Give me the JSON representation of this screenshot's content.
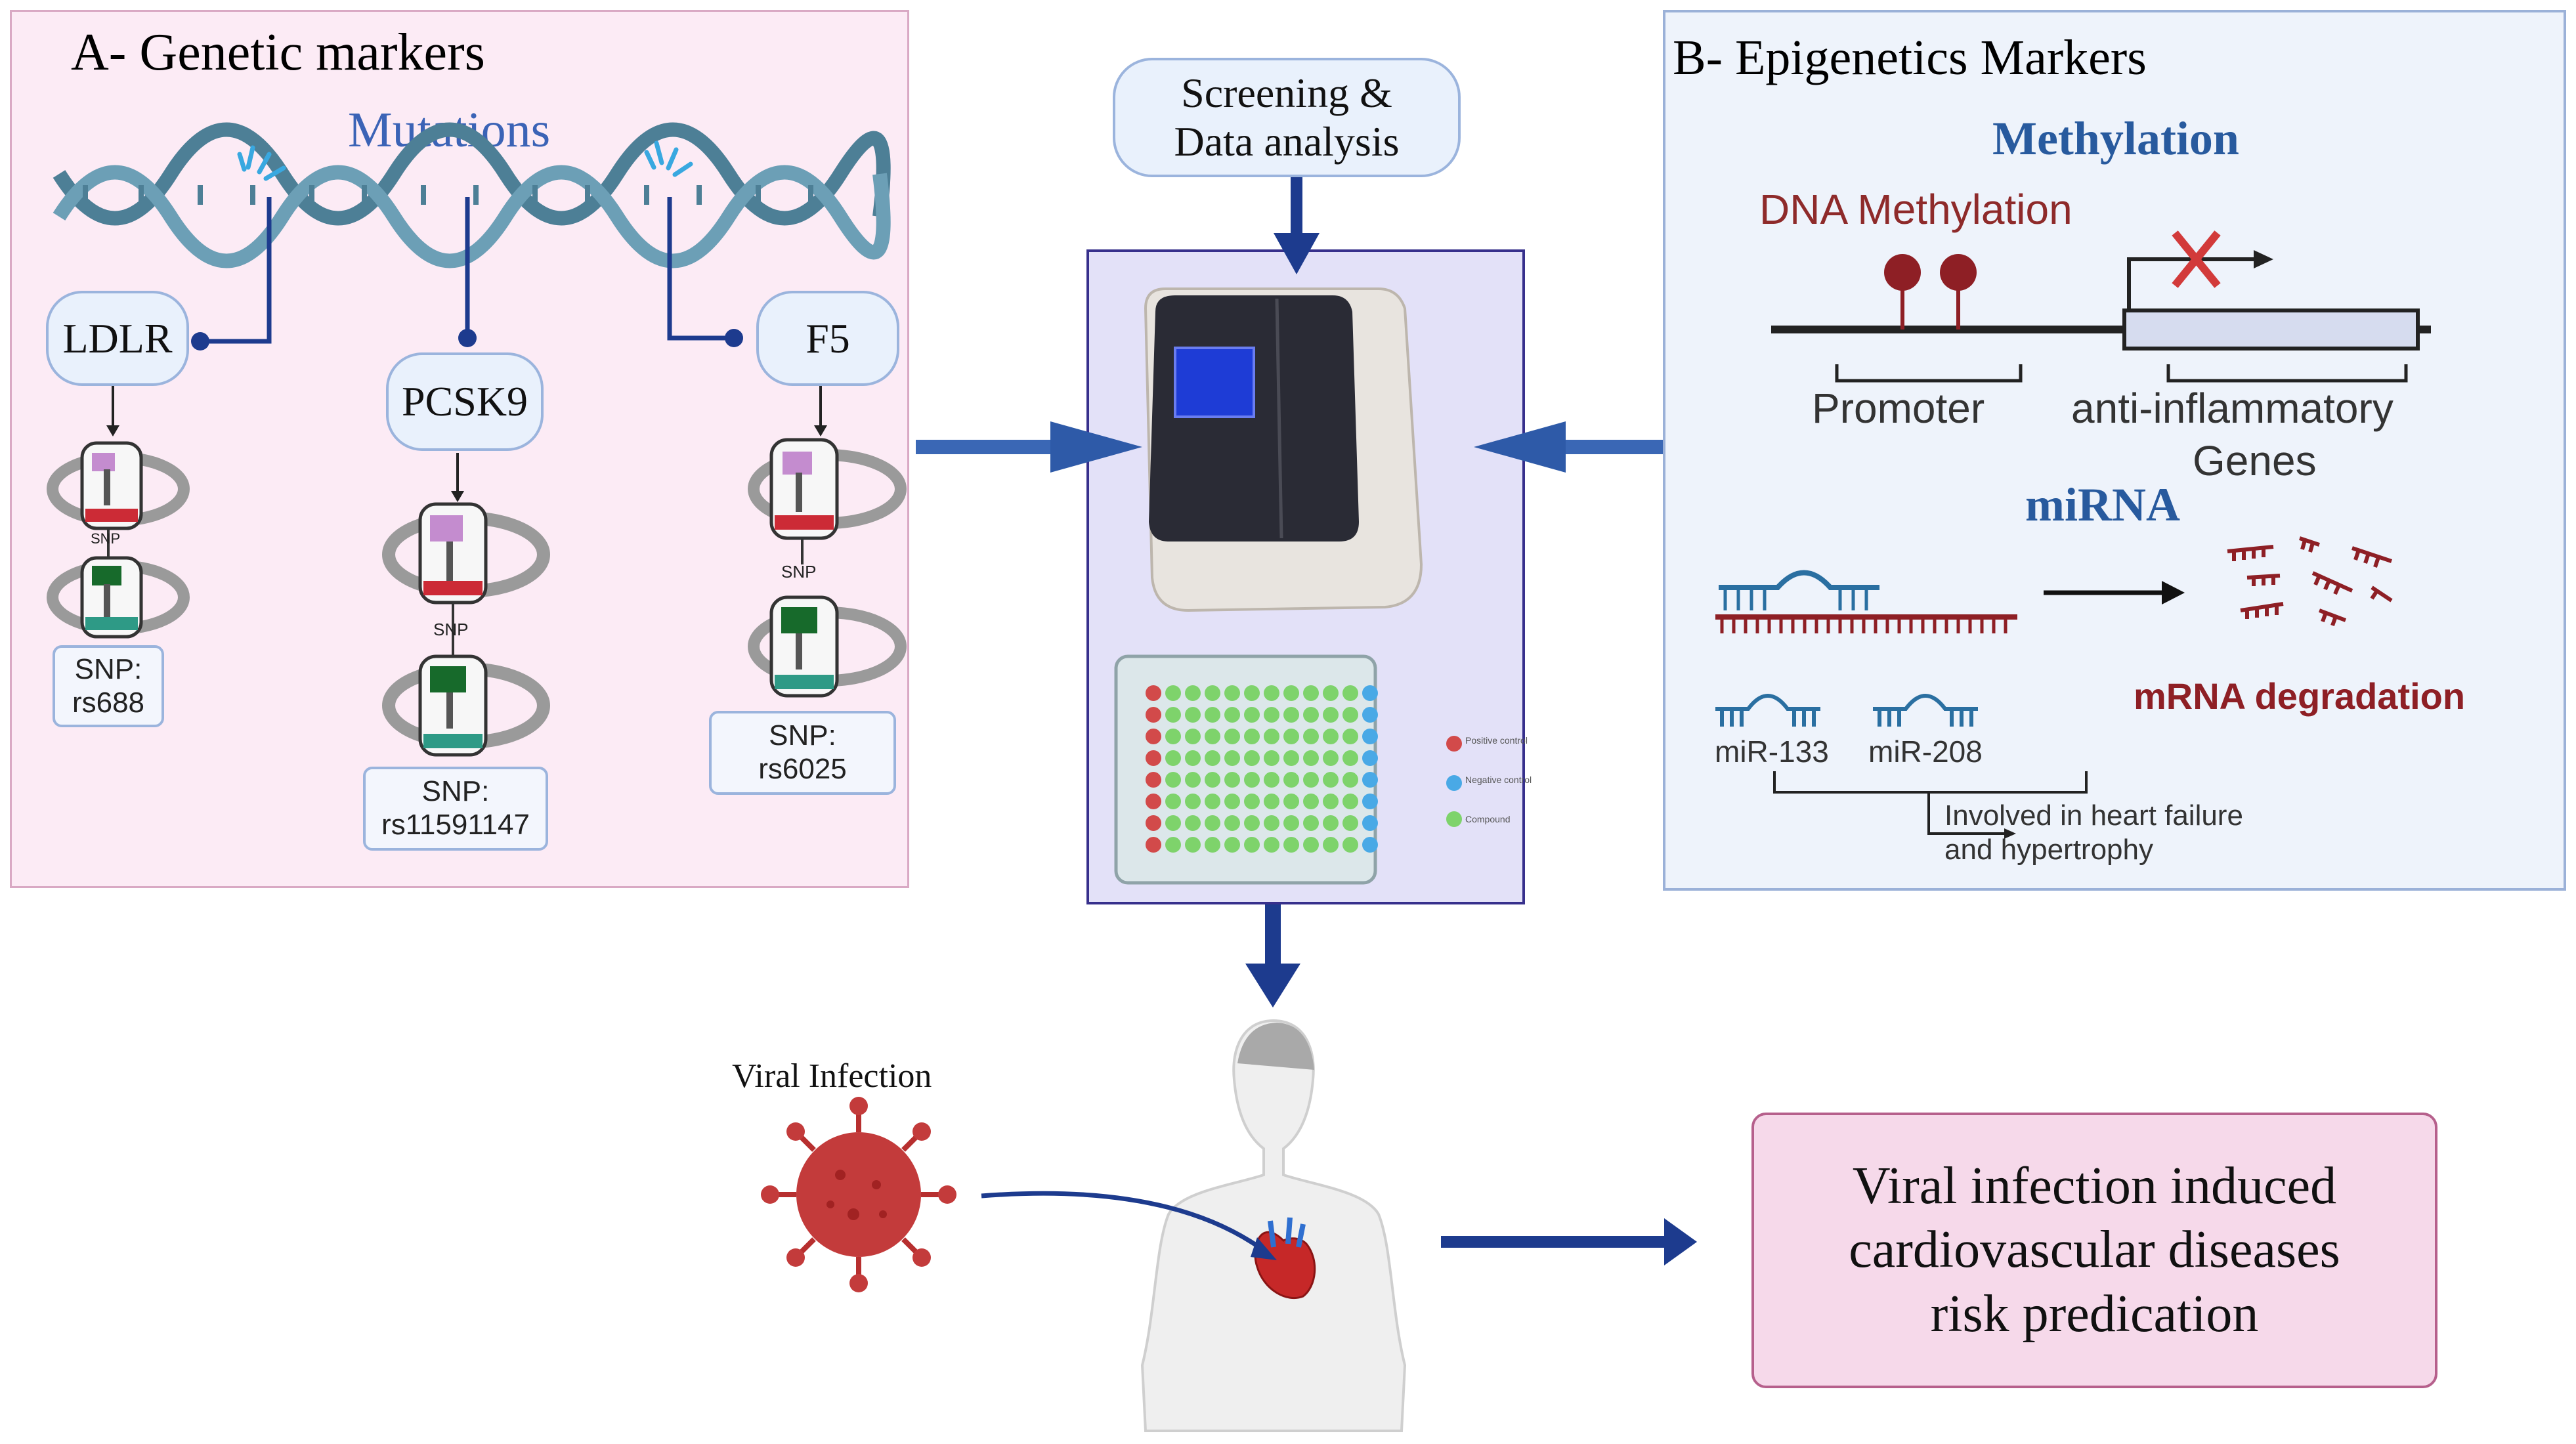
{
  "panel_a": {
    "title": "A- Genetic markers",
    "mutations_label": "Mutations",
    "genes": [
      {
        "name": "LDLR",
        "snp_prefix": "SNP:",
        "snp_id": "rs688"
      },
      {
        "name": "PCSK9",
        "snp_prefix": "SNP:",
        "snp_id": "rs11591147"
      },
      {
        "name": "F5",
        "snp_prefix": "SNP:",
        "snp_id": "rs6025"
      }
    ],
    "snp_tag": "SNP"
  },
  "center": {
    "screening_line1": "Screening &",
    "screening_line2": "Data analysis",
    "plate_legend": [
      "Positive control",
      "Negative control",
      "Compound"
    ]
  },
  "panel_b": {
    "title": "B- Epigenetics Markers",
    "methylation_label": "Methylation",
    "dna_methylation_label": "DNA Methylation",
    "promoter_label": "Promoter",
    "genes_label_line1": "anti-inflammatory",
    "genes_label_line2": "Genes",
    "mirna_label": "miRNA",
    "mrna_degradation_label": "mRNA degradation",
    "mir_a": "miR-133",
    "mir_b": "miR-208",
    "involved_line1": "Involved in heart failure",
    "involved_line2": "and hypertrophy"
  },
  "bottom": {
    "viral_infection_label": "Viral Infection",
    "result_line1": "Viral infection induced",
    "result_line2": "cardiovascular diseases",
    "result_line3": "risk predication"
  },
  "colors": {
    "navy_arrow": "#1d3b8e",
    "panel_a_bg": "#fcebf5",
    "panel_b_bg": "#eef3fb",
    "center_bg": "#e3e1f8",
    "dna_teal": "#4d7f96",
    "methyl_red": "#8e1f25",
    "virus_red": "#c33b3b",
    "result_bg": "#f6d9ea"
  }
}
